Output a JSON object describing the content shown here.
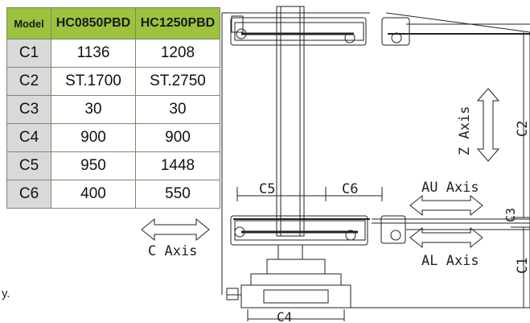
{
  "table": {
    "headers": [
      "Model",
      "HC0850PBD",
      "HC1250PBD"
    ],
    "rows": [
      [
        "C1",
        "1136",
        "1208"
      ],
      [
        "C2",
        "ST.1700",
        "ST.2750"
      ],
      [
        "C3",
        "30",
        "30"
      ],
      [
        "C4",
        "900",
        "900"
      ],
      [
        "C5",
        "950",
        "1448"
      ],
      [
        "C6",
        "400",
        "550"
      ]
    ]
  },
  "diagram": {
    "labels": {
      "c_axis": "C Axis",
      "z_axis": "Z Axis",
      "au_axis": "AU Axis",
      "al_axis": "AL Axis",
      "c1": "C1",
      "c2": "C2",
      "c3": "C3",
      "c4": "C4",
      "c5": "C5",
      "c6": "C6"
    },
    "fragment_text": "y.",
    "colors": {
      "header_green": "#9cc23e",
      "row_gray": "#d9d9d9",
      "line": "#222222"
    }
  }
}
